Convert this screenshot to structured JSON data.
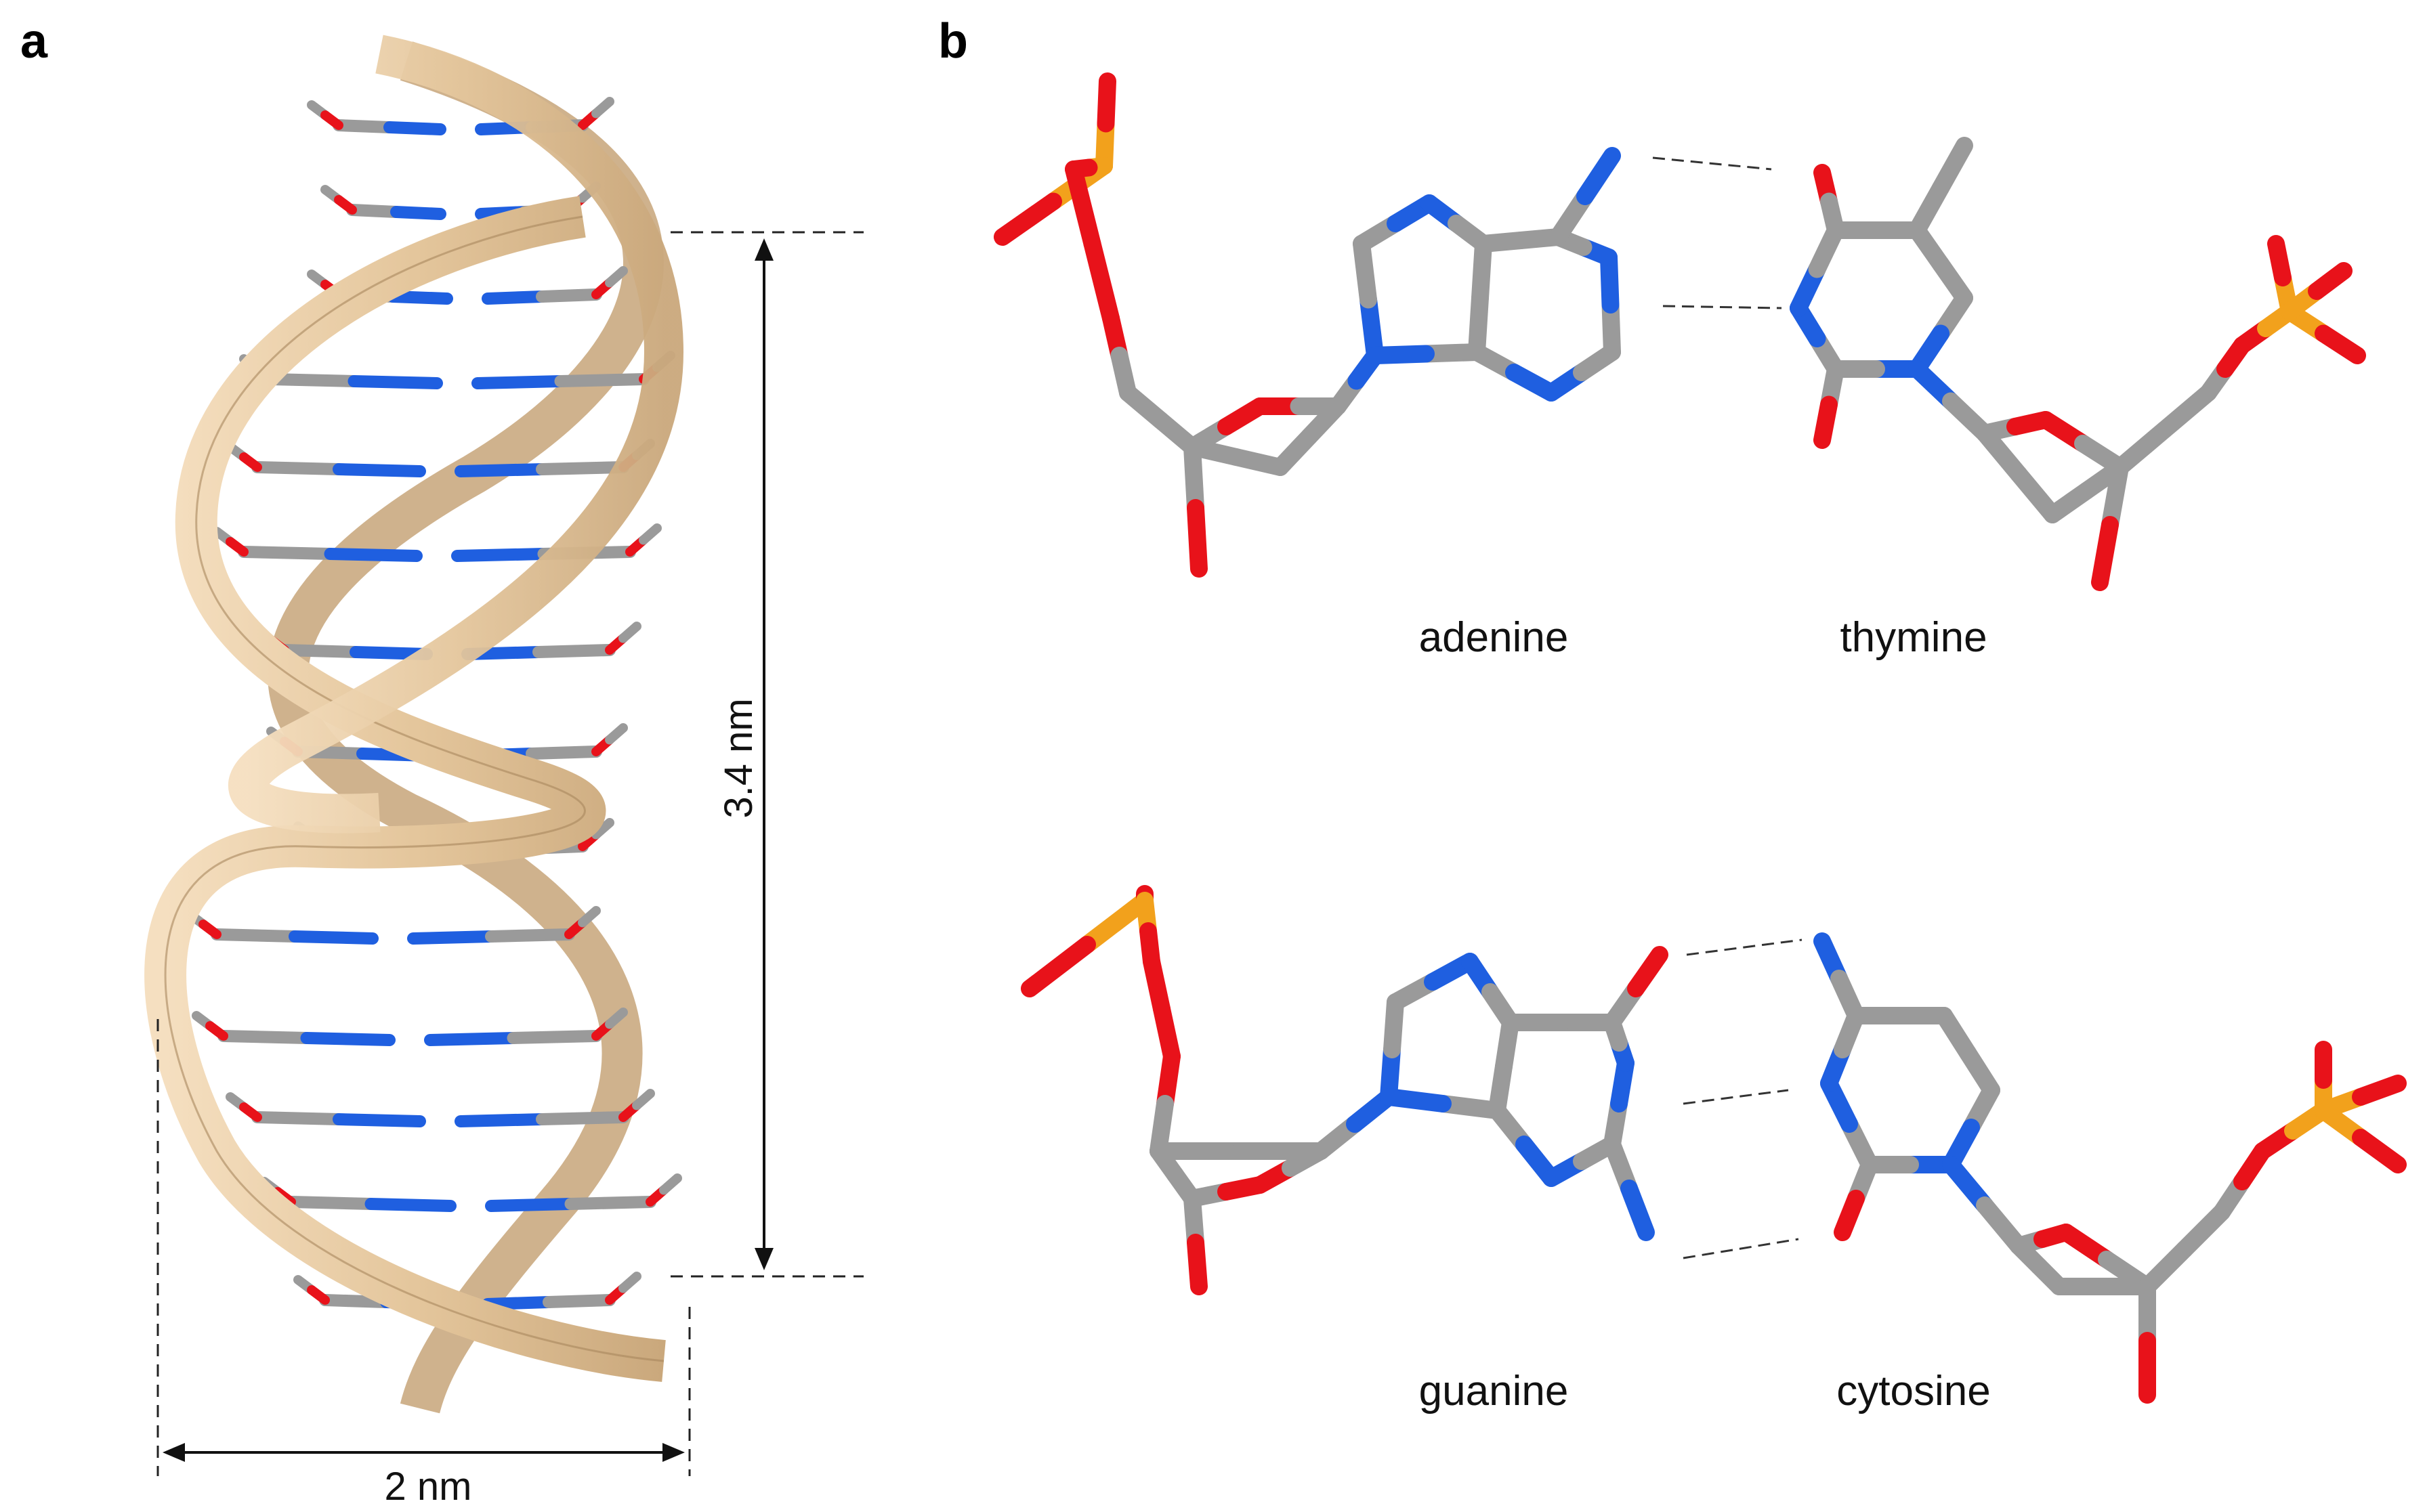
{
  "panels": {
    "a": {
      "letter": "a",
      "dimensions": {
        "pitch_label": "3.4 nm",
        "width_label": "2 nm"
      }
    },
    "b": {
      "letter": "b",
      "base_pairs": [
        {
          "left": "adenine",
          "right": "thymine"
        },
        {
          "left": "guanine",
          "right": "cytosine"
        }
      ]
    }
  },
  "colors": {
    "carbon": "#9a9a9a",
    "oxygen": "#e8121a",
    "nitrogen": "#1f5fe0",
    "phosphorus": "#f2a11c",
    "ribbon": "#e6c9a0",
    "ribbon_edge": "#b99a72",
    "hbond": "#333333"
  }
}
